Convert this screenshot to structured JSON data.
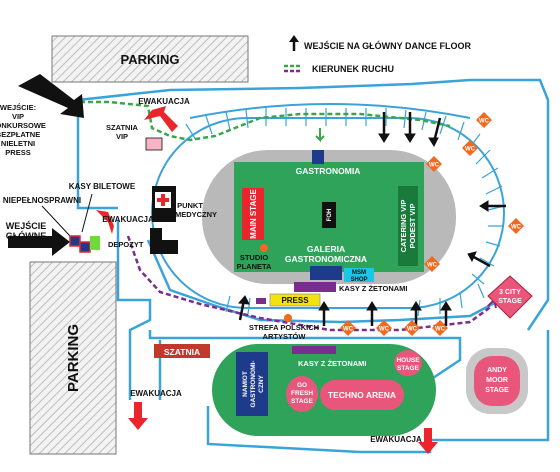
{
  "labels": {
    "parking_top": "PARKING",
    "parking_left": "PARKING",
    "entrance_legend": "WEJŚCIE NA GŁÓWNY DANCE FLOOR",
    "direction_legend": "KIERUNEK RUCHU",
    "evac_top": "EWAKUACJA",
    "entrance_vip_lines": [
      "WEJŚCIE:",
      "VIP",
      "KONKURSOWE",
      "BEZPŁATNE",
      "NIELETNI",
      "PRESS"
    ],
    "szatnia_vip_lines": [
      "SZATNIA",
      "VIP"
    ],
    "kasy_biletowe": "KASY BILETOWE",
    "niepelnosprawni": "NIEPEŁNOSPRAWNI",
    "wejscie_glowne_lines": [
      "WEJŚCIE",
      "GŁÓWNE"
    ],
    "depozyt": "DEPOZYT",
    "evac_left": "EWAKUACJA",
    "punkt_medyczny_lines": [
      "PUNKT",
      "MEDYCZNY"
    ],
    "gastronomia": "GASTRONOMIA",
    "main_stage": "MAIN STAGE",
    "foh": "FOH",
    "galeria_lines": [
      "GALERIA",
      "GASTRONOMICZNA"
    ],
    "catering_lines": [
      "CATERING VIP",
      "PODEST VIP"
    ],
    "studio_lines": [
      "STUDIO",
      "PLANETA"
    ],
    "msm_lines": [
      "MSM",
      "SHOP"
    ],
    "kasy_zetonami_1": "KASY Z ŻETONAMI",
    "press": "PRESS",
    "strefa_lines": [
      "STREFA POLSKICH",
      "ARTYSTÓW"
    ],
    "szatnia": "SZATNIA",
    "kasy_zetonami_2": "KASY Z ŻETONAMI",
    "namiot_lines": [
      "NAMIOT",
      "GASTRONOMI-",
      "CZNY"
    ],
    "house_stage_lines": [
      "HOUSE",
      "STAGE"
    ],
    "gofresh_lines": [
      "GO",
      "FRESH",
      "STAGE"
    ],
    "techno_arena": "TECHNO ARENA",
    "city_stage_lines": [
      "3 CITY",
      "STAGE"
    ],
    "andy_moor_lines": [
      "ANDY",
      "MOOR",
      "STAGE"
    ],
    "evac_bottom_left": "EWAKUACJA",
    "evac_bottom_right": "EWAKUACJA",
    "wc": "WC"
  },
  "colors": {
    "route_blue": "#3aa3d9",
    "track": "#b9b9b9",
    "pitch_green": "#2fa35a",
    "red": "#e8262c",
    "orange": "#ef6a1f",
    "purple": "#7b2d8e",
    "dash_green": "#3aa64a",
    "yellow": "#f2e20e",
    "cyan": "#19c7e8",
    "pink": "#e9567b",
    "navy": "#1e3a8a"
  }
}
